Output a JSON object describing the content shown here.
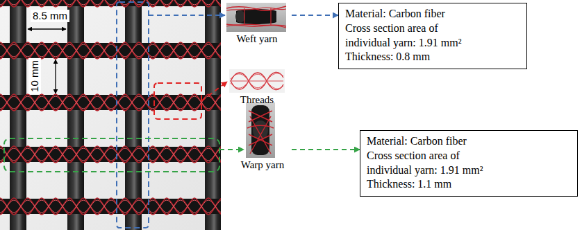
{
  "diagram": {
    "nodes": [
      {
        "text": [
          "Weft yarn"
        ]
      },
      {
        "text": [
          "Material: Carbon fiber",
          "Cross section area of individual yarn: 1.91 mm²",
          "Thickness: 0.8 mm"
        ]
      },
      {
        "text": [
          "Threads"
        ]
      },
      {
        "text": [
          "Warp yarn"
        ]
      },
      {
        "text": [
          "Material: Carbon fiber",
          "Cross section area of individual yarn: 1.91 mm²",
          "Thickness: 1.1 mm"
        ]
      }
    ],
    "edges": [
      {
        "from": 0,
        "to": 1,
        "arrow": "to"
      },
      {
        "from": 3,
        "to": 4,
        "arrow": "to"
      }
    ],
    "labels": [
      "8.5 mm",
      "10 mm"
    ]
  }
}
